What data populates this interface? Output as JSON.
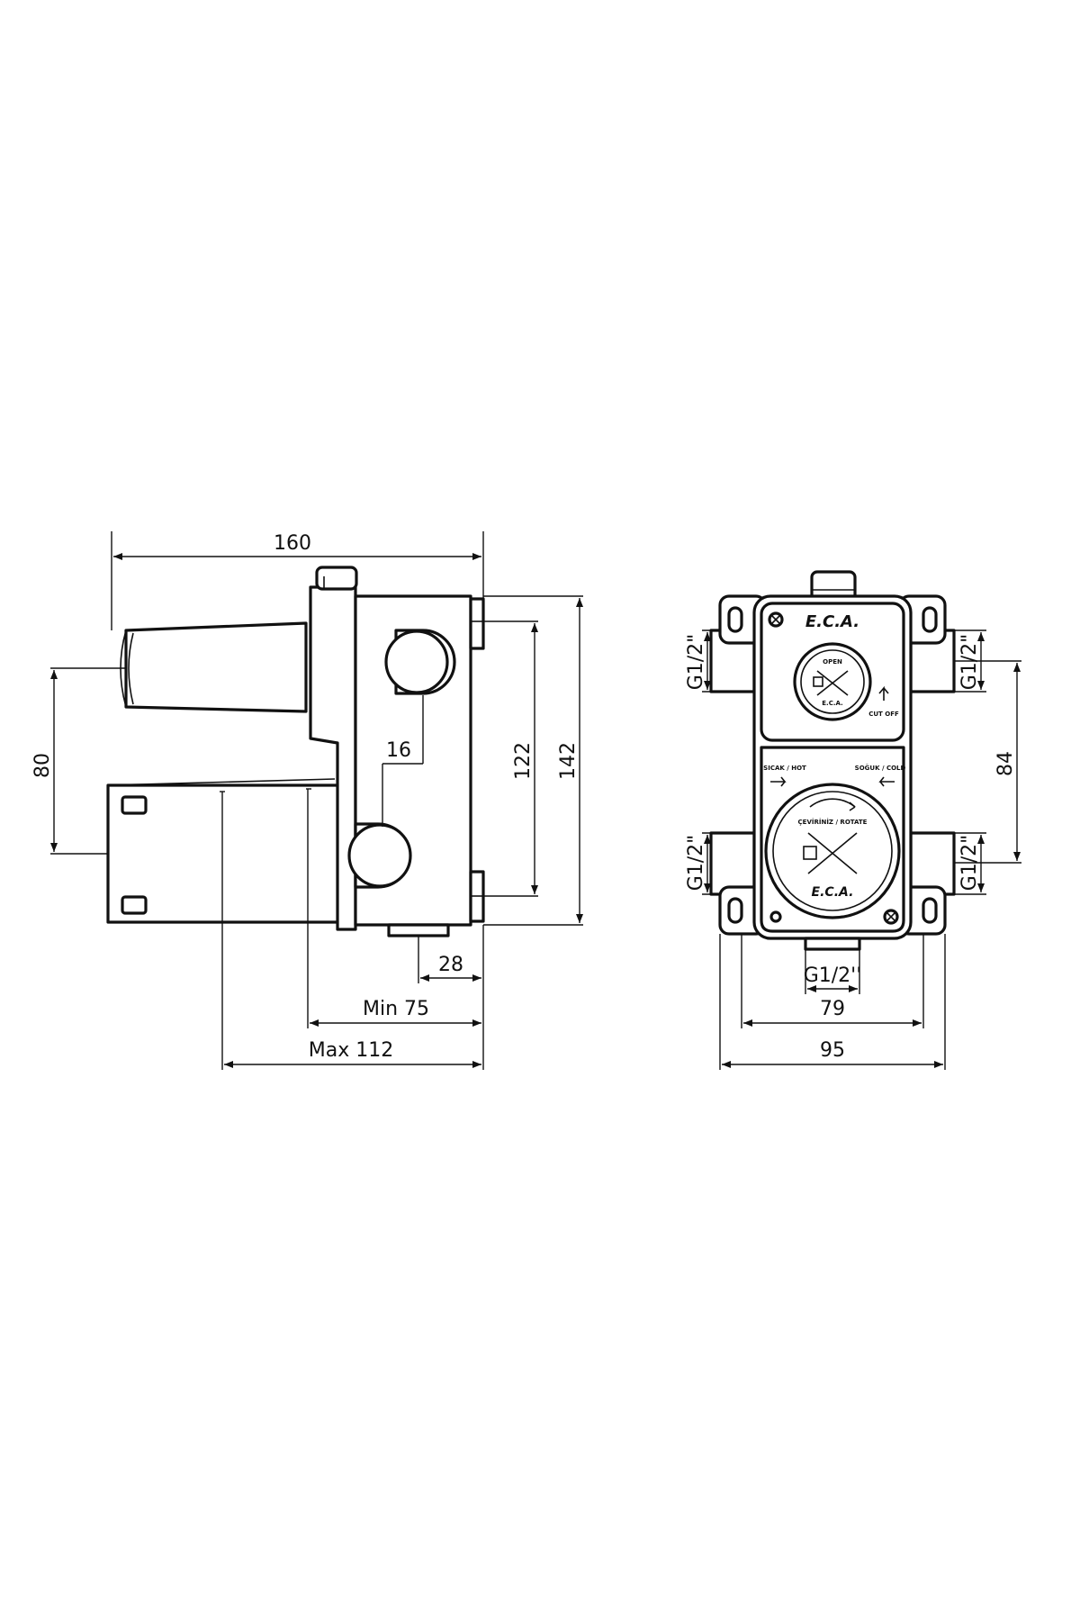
{
  "side_view": {
    "dim_total_width": "160",
    "dim_inlet_spacing": "80",
    "dim_outlet_dia": "16",
    "dim_inner_height": "122",
    "dim_total_height": "142",
    "dim_depth_28": "28",
    "dim_min": "Min  75",
    "dim_max": "Max  112"
  },
  "front_view": {
    "brand": "E.C.A.",
    "label_top_open": "OPEN",
    "label_cut_off": "CUT OFF",
    "label_hot": "SICAK / HOT",
    "label_cold": "SOĞUK / COLD",
    "label_rotate": "ÇEVİRİNİZ / ROTATE",
    "thread_top_left": "G1/2\"",
    "thread_top_right": "G1/2\"",
    "thread_bottom_left": "G1/2\"",
    "thread_bottom_right": "G1/2\"",
    "thread_bottom": "G1/2''",
    "dim_inlet_spacing": "84",
    "dim_mount_spacing": "79",
    "dim_total_width": "95"
  }
}
